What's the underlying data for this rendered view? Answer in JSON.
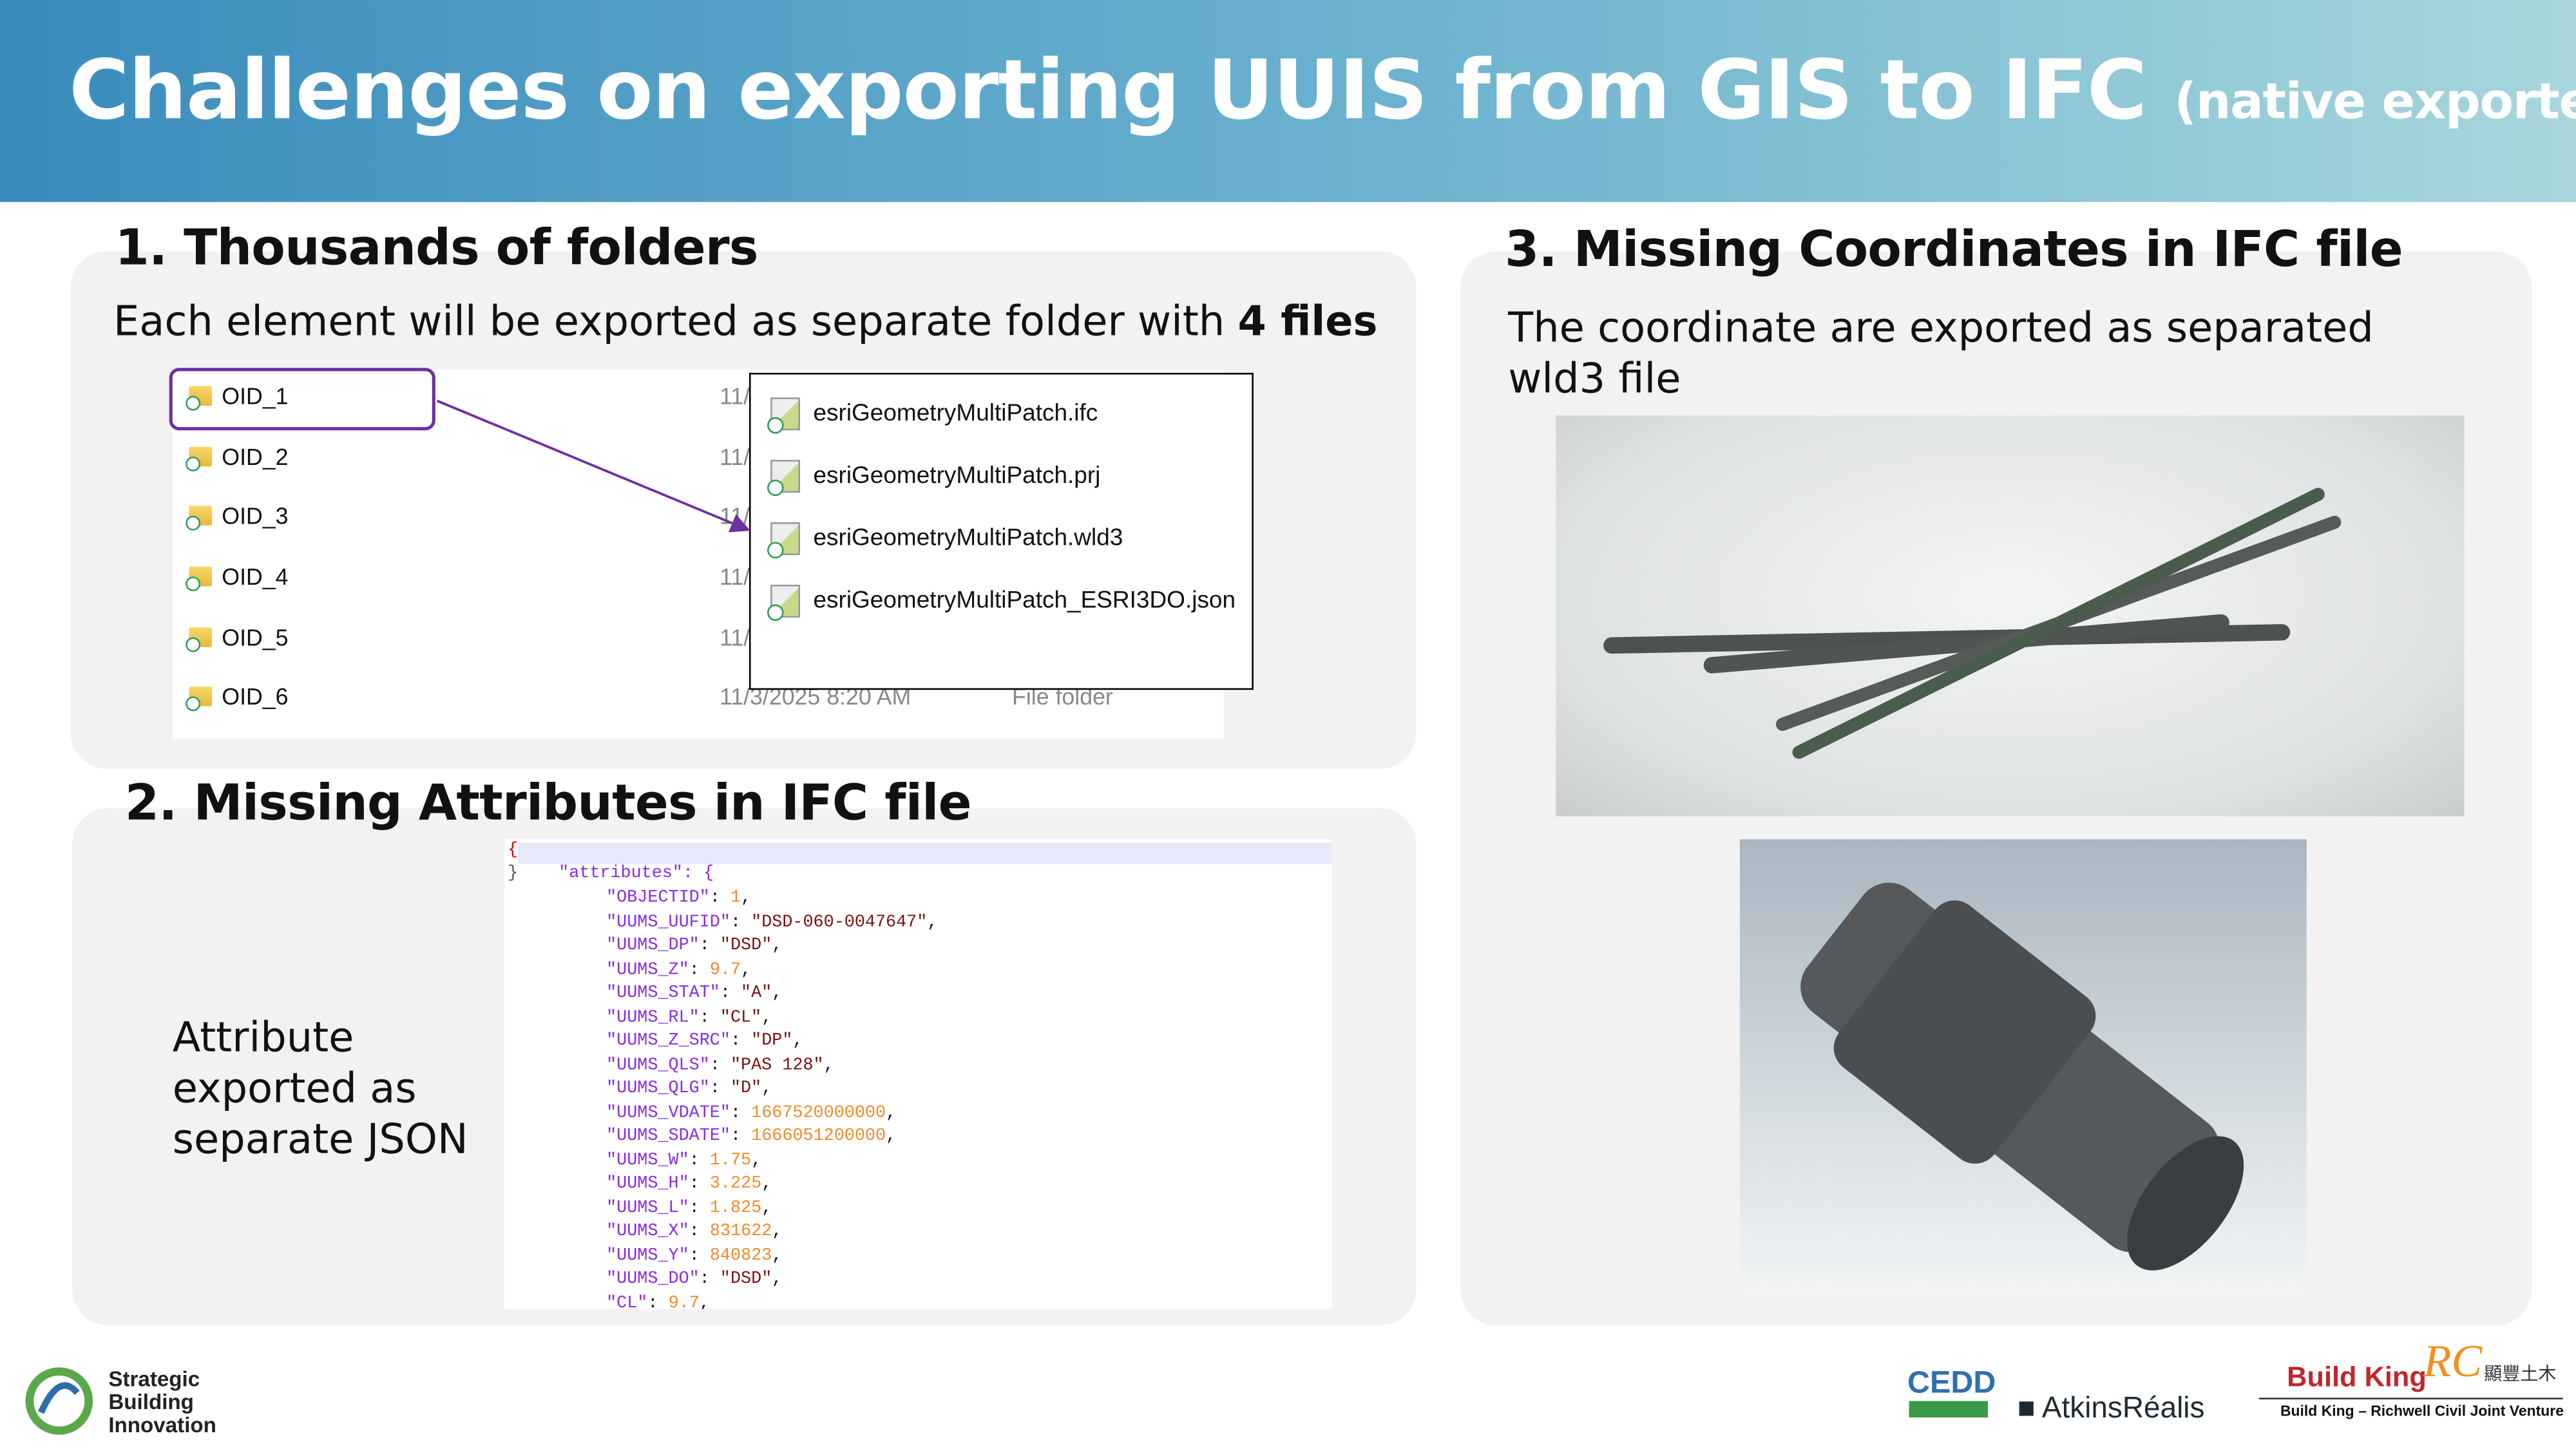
{
  "header": {
    "title": "Challenges on exporting UUIS from GIS to IFC",
    "subtitle": "(native exporter)"
  },
  "section1": {
    "title": "1. Thousands of folders",
    "desc_prefix": "Each element will be exported as separate folder with ",
    "desc_bold": "4 files",
    "folders": [
      "OID_1",
      "OID_2",
      "OID_3",
      "OID_4",
      "OID_5",
      "OID_6"
    ],
    "dates": [
      "11/",
      "11/",
      "11/",
      "11/",
      "11/",
      "11/3/2025 8:20 AM"
    ],
    "last_type": "File folder",
    "files": [
      "esriGeometryMultiPatch.ifc",
      "esriGeometryMultiPatch.prj",
      "esriGeometryMultiPatch.wld3",
      "esriGeometryMultiPatch_ESRI3DO.json"
    ]
  },
  "section2": {
    "title": "2. Missing Attributes in IFC file",
    "desc_lines": [
      "Attribute",
      "exported as",
      "separate JSON"
    ],
    "json_open": "{",
    "json_close": "}",
    "json_header": "\"attributes\": {",
    "json_lines": [
      {
        "k": "\"OBJECTID\"",
        "v": "1",
        "t": "n"
      },
      {
        "k": "\"UUMS_UUFID\"",
        "v": "\"DSD-060-0047647\"",
        "t": "s"
      },
      {
        "k": "\"UUMS_DP\"",
        "v": "\"DSD\"",
        "t": "s"
      },
      {
        "k": "\"UUMS_Z\"",
        "v": "9.7",
        "t": "n"
      },
      {
        "k": "\"UUMS_STAT\"",
        "v": "\"A\"",
        "t": "s"
      },
      {
        "k": "\"UUMS_RL\"",
        "v": "\"CL\"",
        "t": "s"
      },
      {
        "k": "\"UUMS_Z_SRC\"",
        "v": "\"DP\"",
        "t": "s"
      },
      {
        "k": "\"UUMS_QLS\"",
        "v": "\"PAS 128\"",
        "t": "s"
      },
      {
        "k": "\"UUMS_QLG\"",
        "v": "\"D\"",
        "t": "s"
      },
      {
        "k": "\"UUMS_VDATE\"",
        "v": "1667520000000",
        "t": "n"
      },
      {
        "k": "\"UUMS_SDATE\"",
        "v": "1666051200000",
        "t": "n"
      },
      {
        "k": "\"UUMS_W\"",
        "v": "1.75",
        "t": "n"
      },
      {
        "k": "\"UUMS_H\"",
        "v": "3.225",
        "t": "n"
      },
      {
        "k": "\"UUMS_L\"",
        "v": "1.825",
        "t": "n"
      },
      {
        "k": "\"UUMS_X\"",
        "v": "831622",
        "t": "n"
      },
      {
        "k": "\"UUMS_Y\"",
        "v": "840823",
        "t": "n"
      },
      {
        "k": "\"UUMS_DO\"",
        "v": "\"DSD\"",
        "t": "s"
      },
      {
        "k": "\"CL\"",
        "v": "9.7",
        "t": "n"
      }
    ]
  },
  "section3": {
    "title": "3. Missing Coordinates in IFC file",
    "desc_lines": [
      "The coordinate are exported  as separated",
      "wld3 file"
    ]
  },
  "footer": {
    "sbi_lines": [
      "Strategic",
      "Building",
      "Innovation"
    ],
    "cedd": "CEDD",
    "atkins": "AtkinsRéalis",
    "buildking": "Build King",
    "rc": "RC",
    "rc_chinese": "顯豐土木",
    "jv": "Build King – Richwell Civil Joint Venture"
  },
  "colors": {
    "accent": "#7030a0",
    "header_start": "#3a8cbd",
    "header_end": "#a8d6dc",
    "panel": "#f2f2f2"
  }
}
